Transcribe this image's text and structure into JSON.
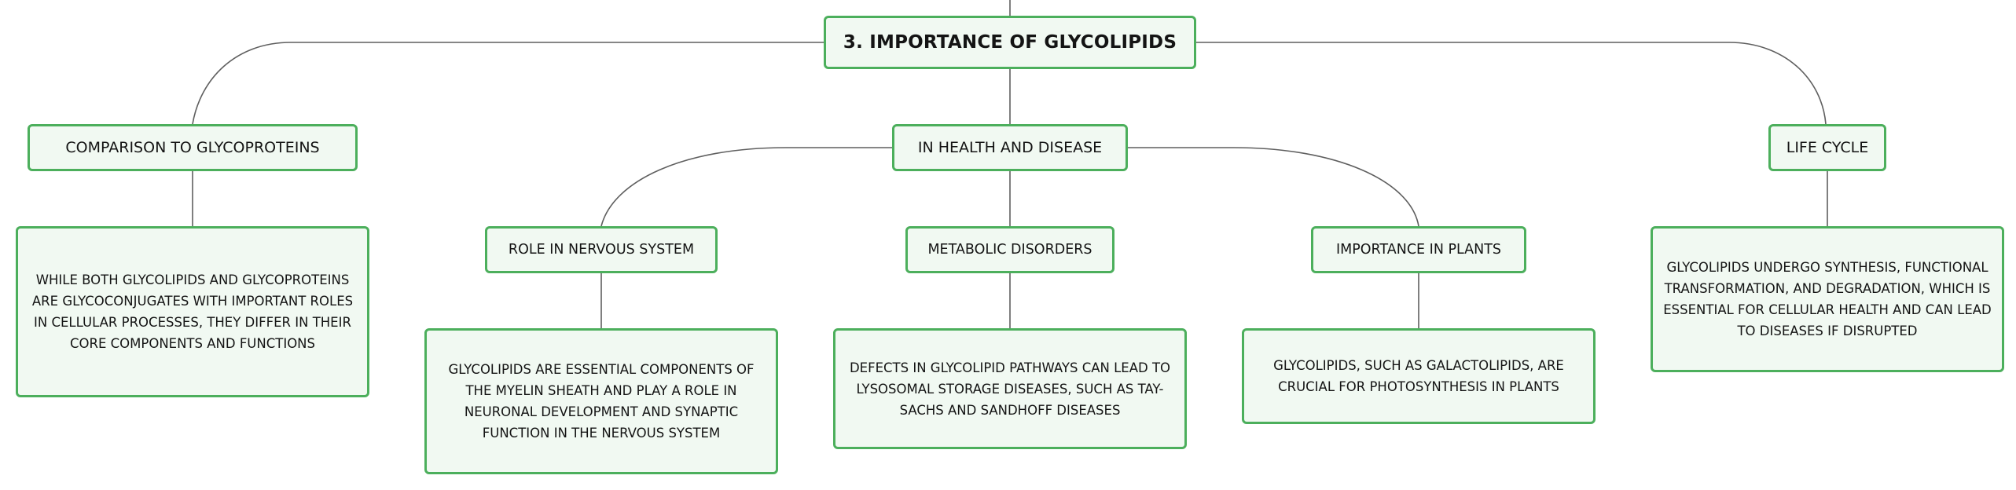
{
  "root": {
    "label": "3. IMPORTANCE OF GLYCOLIPIDS"
  },
  "branches": {
    "comparison": {
      "label": "COMPARISON TO GLYCOPROTEINS",
      "detail": "WHILE BOTH GLYCOLIPIDS AND GLYCOPROTEINS ARE GLYCOCONJUGATES WITH IMPORTANT ROLES IN CELLULAR PROCESSES, THEY DIFFER IN THEIR CORE COMPONENTS AND FUNCTIONS"
    },
    "health": {
      "label": "IN HEALTH AND DISEASE",
      "children": {
        "nervous": {
          "label": "ROLE IN NERVOUS SYSTEM",
          "detail": "GLYCOLIPIDS ARE ESSENTIAL COMPONENTS OF THE MYELIN SHEATH AND PLAY A ROLE IN NEURONAL DEVELOPMENT AND SYNAPTIC FUNCTION IN THE NERVOUS SYSTEM"
        },
        "metabolic": {
          "label": "METABOLIC DISORDERS",
          "detail": "DEFECTS IN GLYCOLIPID PATHWAYS CAN LEAD TO LYSOSOMAL STORAGE DISEASES, SUCH AS TAY-SACHS AND SANDHOFF DISEASES"
        },
        "plants": {
          "label": "IMPORTANCE IN PLANTS",
          "detail": "GLYCOLIPIDS, SUCH AS GALACTOLIPIDS, ARE CRUCIAL FOR PHOTOSYNTHESIS IN PLANTS"
        }
      }
    },
    "lifecycle": {
      "label": "LIFE CYCLE",
      "detail": "GLYCOLIPIDS UNDERGO SYNTHESIS, FUNCTIONAL TRANSFORMATION, AND DEGRADATION, WHICH IS ESSENTIAL FOR CELLULAR HEALTH AND CAN LEAD TO DISEASES IF DISRUPTED"
    }
  },
  "colors": {
    "node_border": "#4caf5c",
    "node_fill": "#f1f9f2",
    "connector": "#5f5f5f",
    "text": "#141414"
  }
}
